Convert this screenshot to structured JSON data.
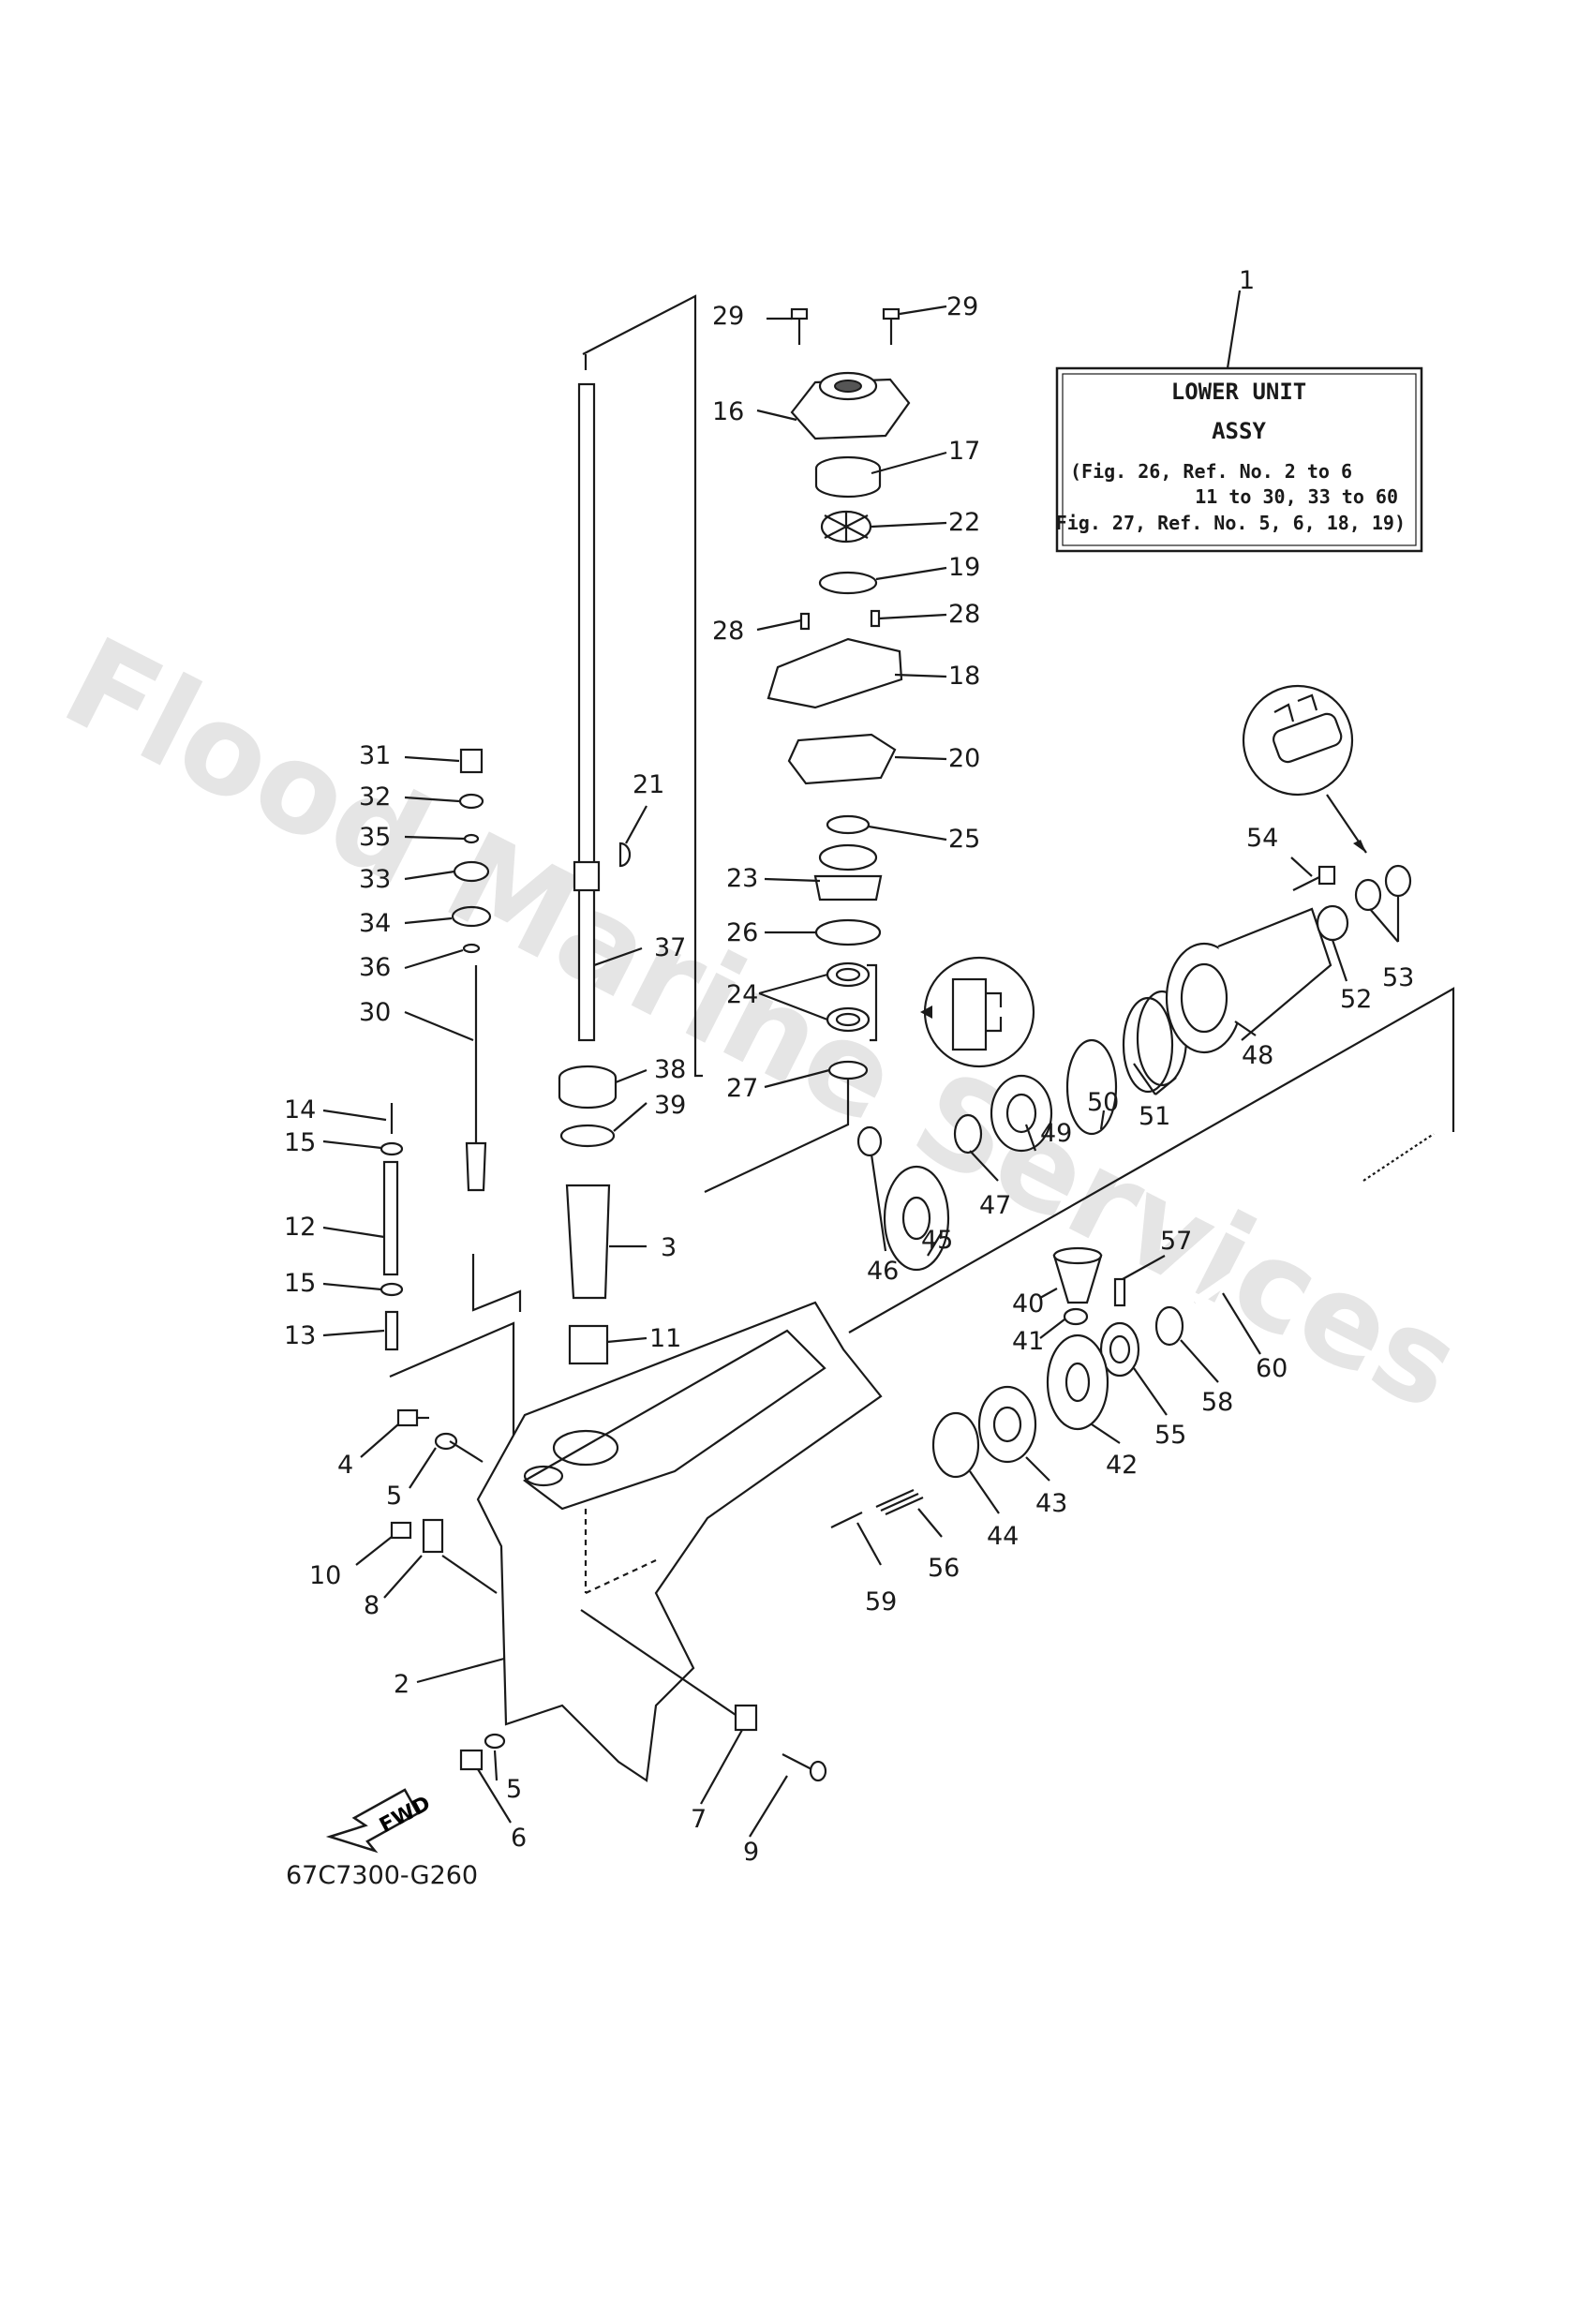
{
  "callouts": [
    {
      "id": "c29a",
      "text": "29"
    },
    {
      "id": "c29b",
      "text": "29"
    },
    {
      "id": "c16",
      "text": "16"
    },
    {
      "id": "c17",
      "text": "17"
    },
    {
      "id": "c22",
      "text": "22"
    },
    {
      "id": "c19",
      "text": "19"
    },
    {
      "id": "c28a",
      "text": "28"
    },
    {
      "id": "c28b",
      "text": "28"
    },
    {
      "id": "c18",
      "text": "18"
    },
    {
      "id": "c20",
      "text": "20"
    },
    {
      "id": "c25",
      "text": "25"
    },
    {
      "id": "c23",
      "text": "23"
    },
    {
      "id": "c26",
      "text": "26"
    },
    {
      "id": "c24",
      "text": "24"
    },
    {
      "id": "c27",
      "text": "27"
    },
    {
      "id": "c21",
      "text": "21"
    },
    {
      "id": "c37",
      "text": "37"
    },
    {
      "id": "c38",
      "text": "38"
    },
    {
      "id": "c39",
      "text": "39"
    },
    {
      "id": "c3",
      "text": "3"
    },
    {
      "id": "c11",
      "text": "11"
    },
    {
      "id": "c31",
      "text": "31"
    },
    {
      "id": "c32",
      "text": "32"
    },
    {
      "id": "c35",
      "text": "35"
    },
    {
      "id": "c33",
      "text": "33"
    },
    {
      "id": "c34",
      "text": "34"
    },
    {
      "id": "c36",
      "text": "36"
    },
    {
      "id": "c30",
      "text": "30"
    },
    {
      "id": "c14",
      "text": "14"
    },
    {
      "id": "c15a",
      "text": "15"
    },
    {
      "id": "c12",
      "text": "12"
    },
    {
      "id": "c15b",
      "text": "15"
    },
    {
      "id": "c13",
      "text": "13"
    },
    {
      "id": "c4",
      "text": "4"
    },
    {
      "id": "c5a",
      "text": "5"
    },
    {
      "id": "c10",
      "text": "10"
    },
    {
      "id": "c8",
      "text": "8"
    },
    {
      "id": "c2",
      "text": "2"
    },
    {
      "id": "c5b",
      "text": "5"
    },
    {
      "id": "c6",
      "text": "6"
    },
    {
      "id": "c7",
      "text": "7"
    },
    {
      "id": "c9",
      "text": "9"
    },
    {
      "id": "c1",
      "text": "1"
    },
    {
      "id": "c54",
      "text": "54"
    },
    {
      "id": "c52",
      "text": "52"
    },
    {
      "id": "c53",
      "text": "53"
    },
    {
      "id": "c48",
      "text": "48"
    },
    {
      "id": "c50",
      "text": "50"
    },
    {
      "id": "c51",
      "text": "51"
    },
    {
      "id": "c49",
      "text": "49"
    },
    {
      "id": "c47",
      "text": "47"
    },
    {
      "id": "c45",
      "text": "45"
    },
    {
      "id": "c46",
      "text": "46"
    },
    {
      "id": "c57",
      "text": "57"
    },
    {
      "id": "c40",
      "text": "40"
    },
    {
      "id": "c41",
      "text": "41"
    },
    {
      "id": "c60",
      "text": "60"
    },
    {
      "id": "c58",
      "text": "58"
    },
    {
      "id": "c55",
      "text": "55"
    },
    {
      "id": "c42",
      "text": "42"
    },
    {
      "id": "c43",
      "text": "43"
    },
    {
      "id": "c44",
      "text": "44"
    },
    {
      "id": "c56",
      "text": "56"
    },
    {
      "id": "c59",
      "text": "59"
    }
  ],
  "legend": {
    "line1": "LOWER UNIT",
    "line2": "ASSY",
    "line3": "(Fig. 26, Ref. No. 2 to 6",
    "line4": "11 to 30, 33 to 60",
    "line5": "Fig. 27, Ref. No. 5, 6, 18, 19)"
  },
  "fwd_label": "FWD",
  "diagram_code": "67C7300-G260",
  "watermark": "Flood Marine Services"
}
